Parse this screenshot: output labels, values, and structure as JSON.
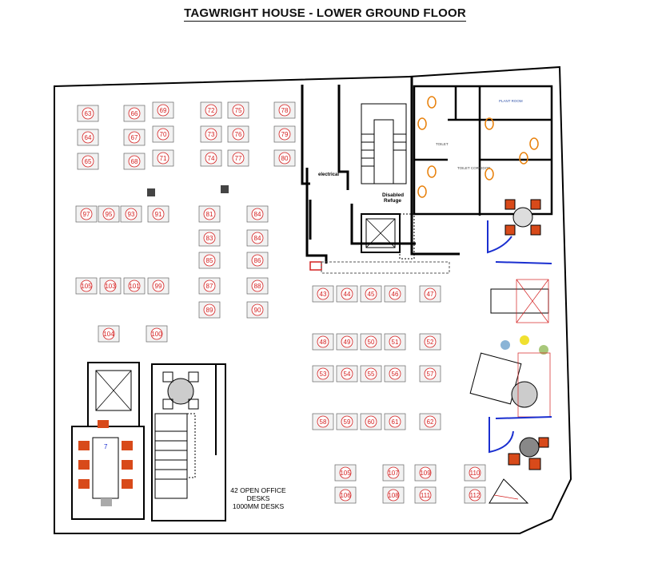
{
  "title": "TAGWRIGHT HOUSE - LOWER GROUND FLOOR",
  "labels": {
    "electrical": "electrical",
    "disabled_refuge_1": "Disabled",
    "disabled_refuge_2": "Refuge",
    "open_office_1": "42 OPEN OFFICE",
    "open_office_2": "DESKS",
    "open_office_3": "1000MM DESKS",
    "meeting_room_number": "7",
    "toilet": "TOILET",
    "toilet_corridor": "TOILET CORRIDOR",
    "plant_room": "PLANT ROOM"
  },
  "desks": {
    "top_left": [
      "63",
      "66",
      "64",
      "67",
      "65",
      "68"
    ],
    "top_mid": [
      "69",
      "72",
      "70",
      "73",
      "71",
      "74"
    ],
    "top_right": [
      "75",
      "78",
      "76",
      "79",
      "77",
      "80"
    ],
    "left_upper": [
      "97",
      "95",
      "93",
      "91"
    ],
    "left_lower_top": [
      "105",
      "103",
      "101",
      "99"
    ],
    "left_lower_bottom": [
      "104",
      "100"
    ],
    "center_col": [
      "81",
      "84",
      "83",
      "84",
      "85",
      "86",
      "87",
      "88",
      "89",
      "90"
    ],
    "grid_a_top": [
      "43",
      "44",
      "45",
      "46",
      "47"
    ],
    "grid_a_bottom": [
      "48",
      "49",
      "50",
      "51",
      "52"
    ],
    "grid_b_top": [
      "53",
      "54",
      "55",
      "56",
      "57"
    ],
    "grid_b_bottom": [
      "58",
      "59",
      "60",
      "61",
      "62"
    ],
    "bottom_group1": [
      "105",
      "107",
      "106",
      "108"
    ],
    "bottom_group2": [
      "109",
      "110",
      "111",
      "112"
    ]
  },
  "colors": {
    "desk_number": "#d42020",
    "chair_orange": "#d84a1a",
    "door_blue": "#1a2fd0",
    "wall": "#000000"
  }
}
